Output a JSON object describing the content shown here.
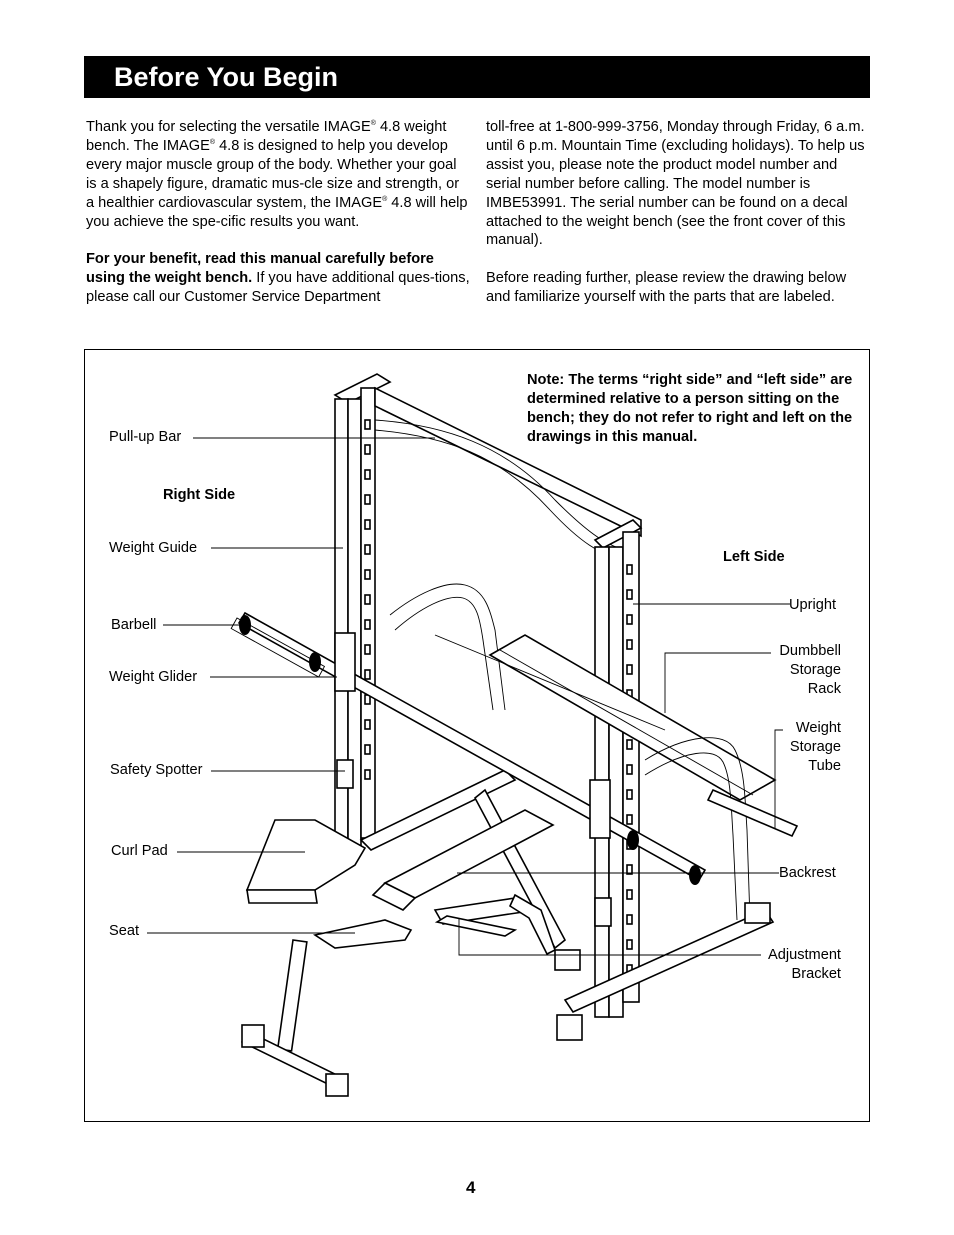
{
  "page_title": "Before You Begin",
  "intro": {
    "p1_a": "Thank you for selecting the versatile IMAGE",
    "reg": "®",
    "p1_b": " 4.8 weight bench. The IMAGE",
    "p1_c": " 4.8 is designed to help you develop every major muscle group of the body. Whether your goal is a shapely figure, dramatic mus-cle size and strength, or a healthier cardiovascular system, the IMAGE",
    "p1_d": " 4.8 will help you achieve the spe-cific results you want.",
    "p2_bold": "For your benefit, read this manual carefully before using the weight bench.",
    "p2_rest": " If you have additional ques-tions, please call our Customer Service Department",
    "p3": "toll-free at 1-800-999-3756, Monday through Friday, 6 a.m. until 6 p.m. Mountain Time (excluding holidays). To help us assist you, please note the product model number and serial number before calling. The model number is IMBE53991. The serial number can be found on a decal attached to the weight bench (see the front cover of this manual).",
    "p4": "Before reading further, please review the drawing below and familiarize yourself with the parts that are labeled."
  },
  "figure": {
    "note": "Note: The terms “right side” and “left side” are determined relative to a person sitting on the bench; they do not refer to right and left on the drawings in this manual.",
    "right_side": "Right Side",
    "left_side": "Left Side",
    "labels": {
      "pullup_bar": "Pull-up Bar",
      "weight_guide": "Weight Guide",
      "barbell": "Barbell",
      "weight_glider": "Weight Glider",
      "safety_spotter": "Safety Spotter",
      "curl_pad": "Curl Pad",
      "seat": "Seat",
      "upright": "Upright",
      "dumbbell_rack_1": "Dumbbell",
      "dumbbell_rack_2": "Storage",
      "dumbbell_rack_3": "Rack",
      "weight_tube_1": "Weight",
      "weight_tube_2": "Storage",
      "weight_tube_3": "Tube",
      "backrest": "Backrest",
      "adj_bracket_1": "Adjustment",
      "adj_bracket_2": "Bracket"
    }
  },
  "page_number": "4"
}
